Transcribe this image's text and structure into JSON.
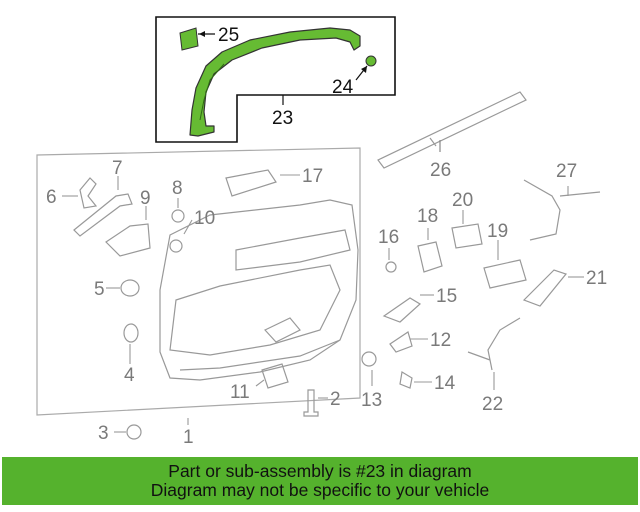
{
  "diagram": {
    "highlight_color": "#66bb33",
    "line_color": "#8c8c8c",
    "callouts": {
      "c1": "1",
      "c2": "2",
      "c3": "3",
      "c4": "4",
      "c5": "5",
      "c6": "6",
      "c7": "7",
      "c8": "8",
      "c9": "9",
      "c10": "10",
      "c11": "11",
      "c12": "12",
      "c13": "13",
      "c14": "14",
      "c15": "15",
      "c16": "16",
      "c17": "17",
      "c18": "18",
      "c19": "19",
      "c20": "20",
      "c21": "21",
      "c22": "22",
      "c23": "23",
      "c24": "24",
      "c25": "25",
      "c26": "26",
      "c27": "27"
    }
  },
  "banner": {
    "color": "#55b22d",
    "line1": "Part or sub-assembly is #23 in diagram",
    "line2": "Diagram may not be specific to your vehicle"
  }
}
